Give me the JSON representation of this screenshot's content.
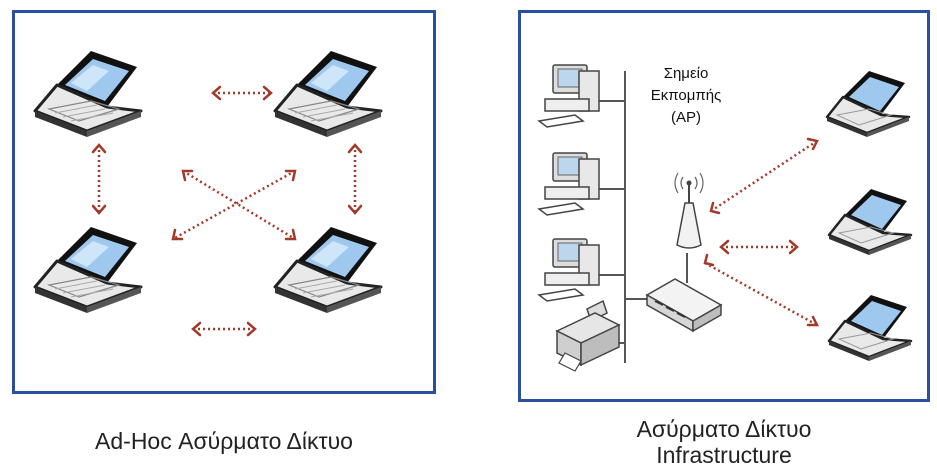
{
  "left_diagram": {
    "caption": "Ad-Hoc Ασύρματο Δίκτυο",
    "laptop_icons": [
      "laptop-icon",
      "laptop-icon",
      "laptop-icon",
      "laptop-icon"
    ],
    "link_style": "dotted-double-arrow"
  },
  "right_diagram": {
    "caption_line1": "Ασύρματο Δίκτυο",
    "caption_line2": "Infrastructure",
    "access_point": {
      "label_line1": "Σημείο",
      "label_line2": "Εκπομπής",
      "label_line3": "(AP)"
    },
    "wired_devices": [
      "desktop-computer-icon",
      "desktop-computer-icon",
      "desktop-computer-icon",
      "printer-icon"
    ],
    "wireless_clients": [
      "laptop-icon",
      "laptop-icon",
      "laptop-icon"
    ],
    "switch_icon": "network-switch-icon"
  },
  "colors": {
    "frame": "#2a4ea0",
    "wireless_link": "#a23a2a",
    "wire": "#555555"
  }
}
